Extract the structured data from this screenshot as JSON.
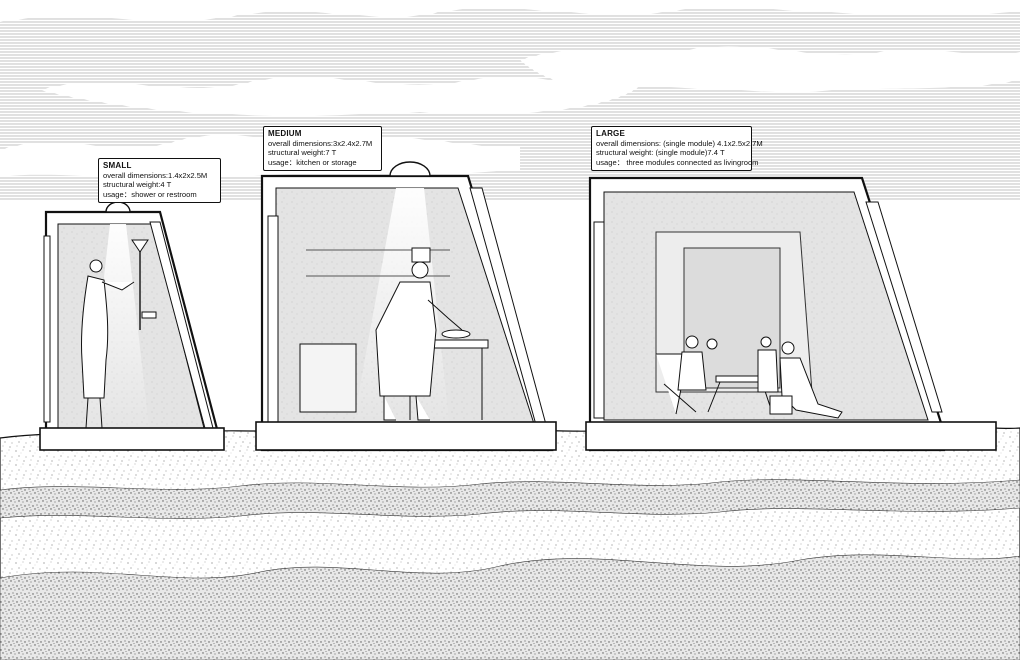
{
  "modules": {
    "small": {
      "title": "SMALL",
      "dimensions": "overall dimensions:1.4x2x2.5M",
      "weight": "structural weight:4 T",
      "usage": "usage：shower or restroom"
    },
    "medium": {
      "title": "MEDIUM",
      "dimensions": "overall dimensions:3x2.4x2.7M",
      "weight": "structural weight:7 T",
      "usage": "usage：kitchen or storage"
    },
    "large": {
      "title": "LARGE",
      "dimensions": "overall dimensions: (single module) 4.1x2.5x2.7M",
      "weight": "structural weight: (single module)7.4 T",
      "usage": "usage： three modules connected as livingroom"
    }
  },
  "colors": {
    "line": "#111111",
    "interior_texture": "#d9d9d9",
    "ground_texture": "#bdbdbd",
    "sky_lines": "#9a9a9a"
  }
}
